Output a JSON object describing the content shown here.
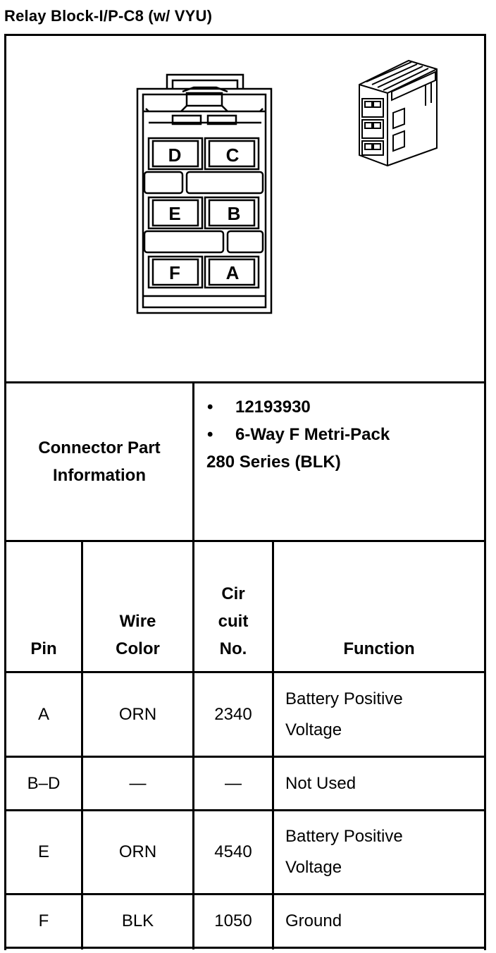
{
  "title": "Relay Block-I/P-C8 (w/ VYU)",
  "connector_face": {
    "cavity_labels": [
      "D",
      "C",
      "E",
      "B",
      "F",
      "A"
    ]
  },
  "part_info": {
    "label": "Connector Part Information",
    "part_number": "12193930",
    "description_line1": "6-Way F Metri-Pack",
    "description_line2": "280 Series (BLK)"
  },
  "table": {
    "headers": [
      "Pin",
      "Wire Color",
      "Cir cuit No.",
      "Function"
    ],
    "rows": [
      {
        "pin": "A",
        "color": "ORN",
        "circuit": "2340",
        "function": "Battery Positive Voltage"
      },
      {
        "pin": "B–D",
        "color": "—",
        "circuit": "—",
        "function": "Not Used"
      },
      {
        "pin": "E",
        "color": "ORN",
        "circuit": "4540",
        "function": "Battery Positive Voltage"
      },
      {
        "pin": "F",
        "color": "BLK",
        "circuit": "1050",
        "function": "Ground"
      }
    ]
  }
}
